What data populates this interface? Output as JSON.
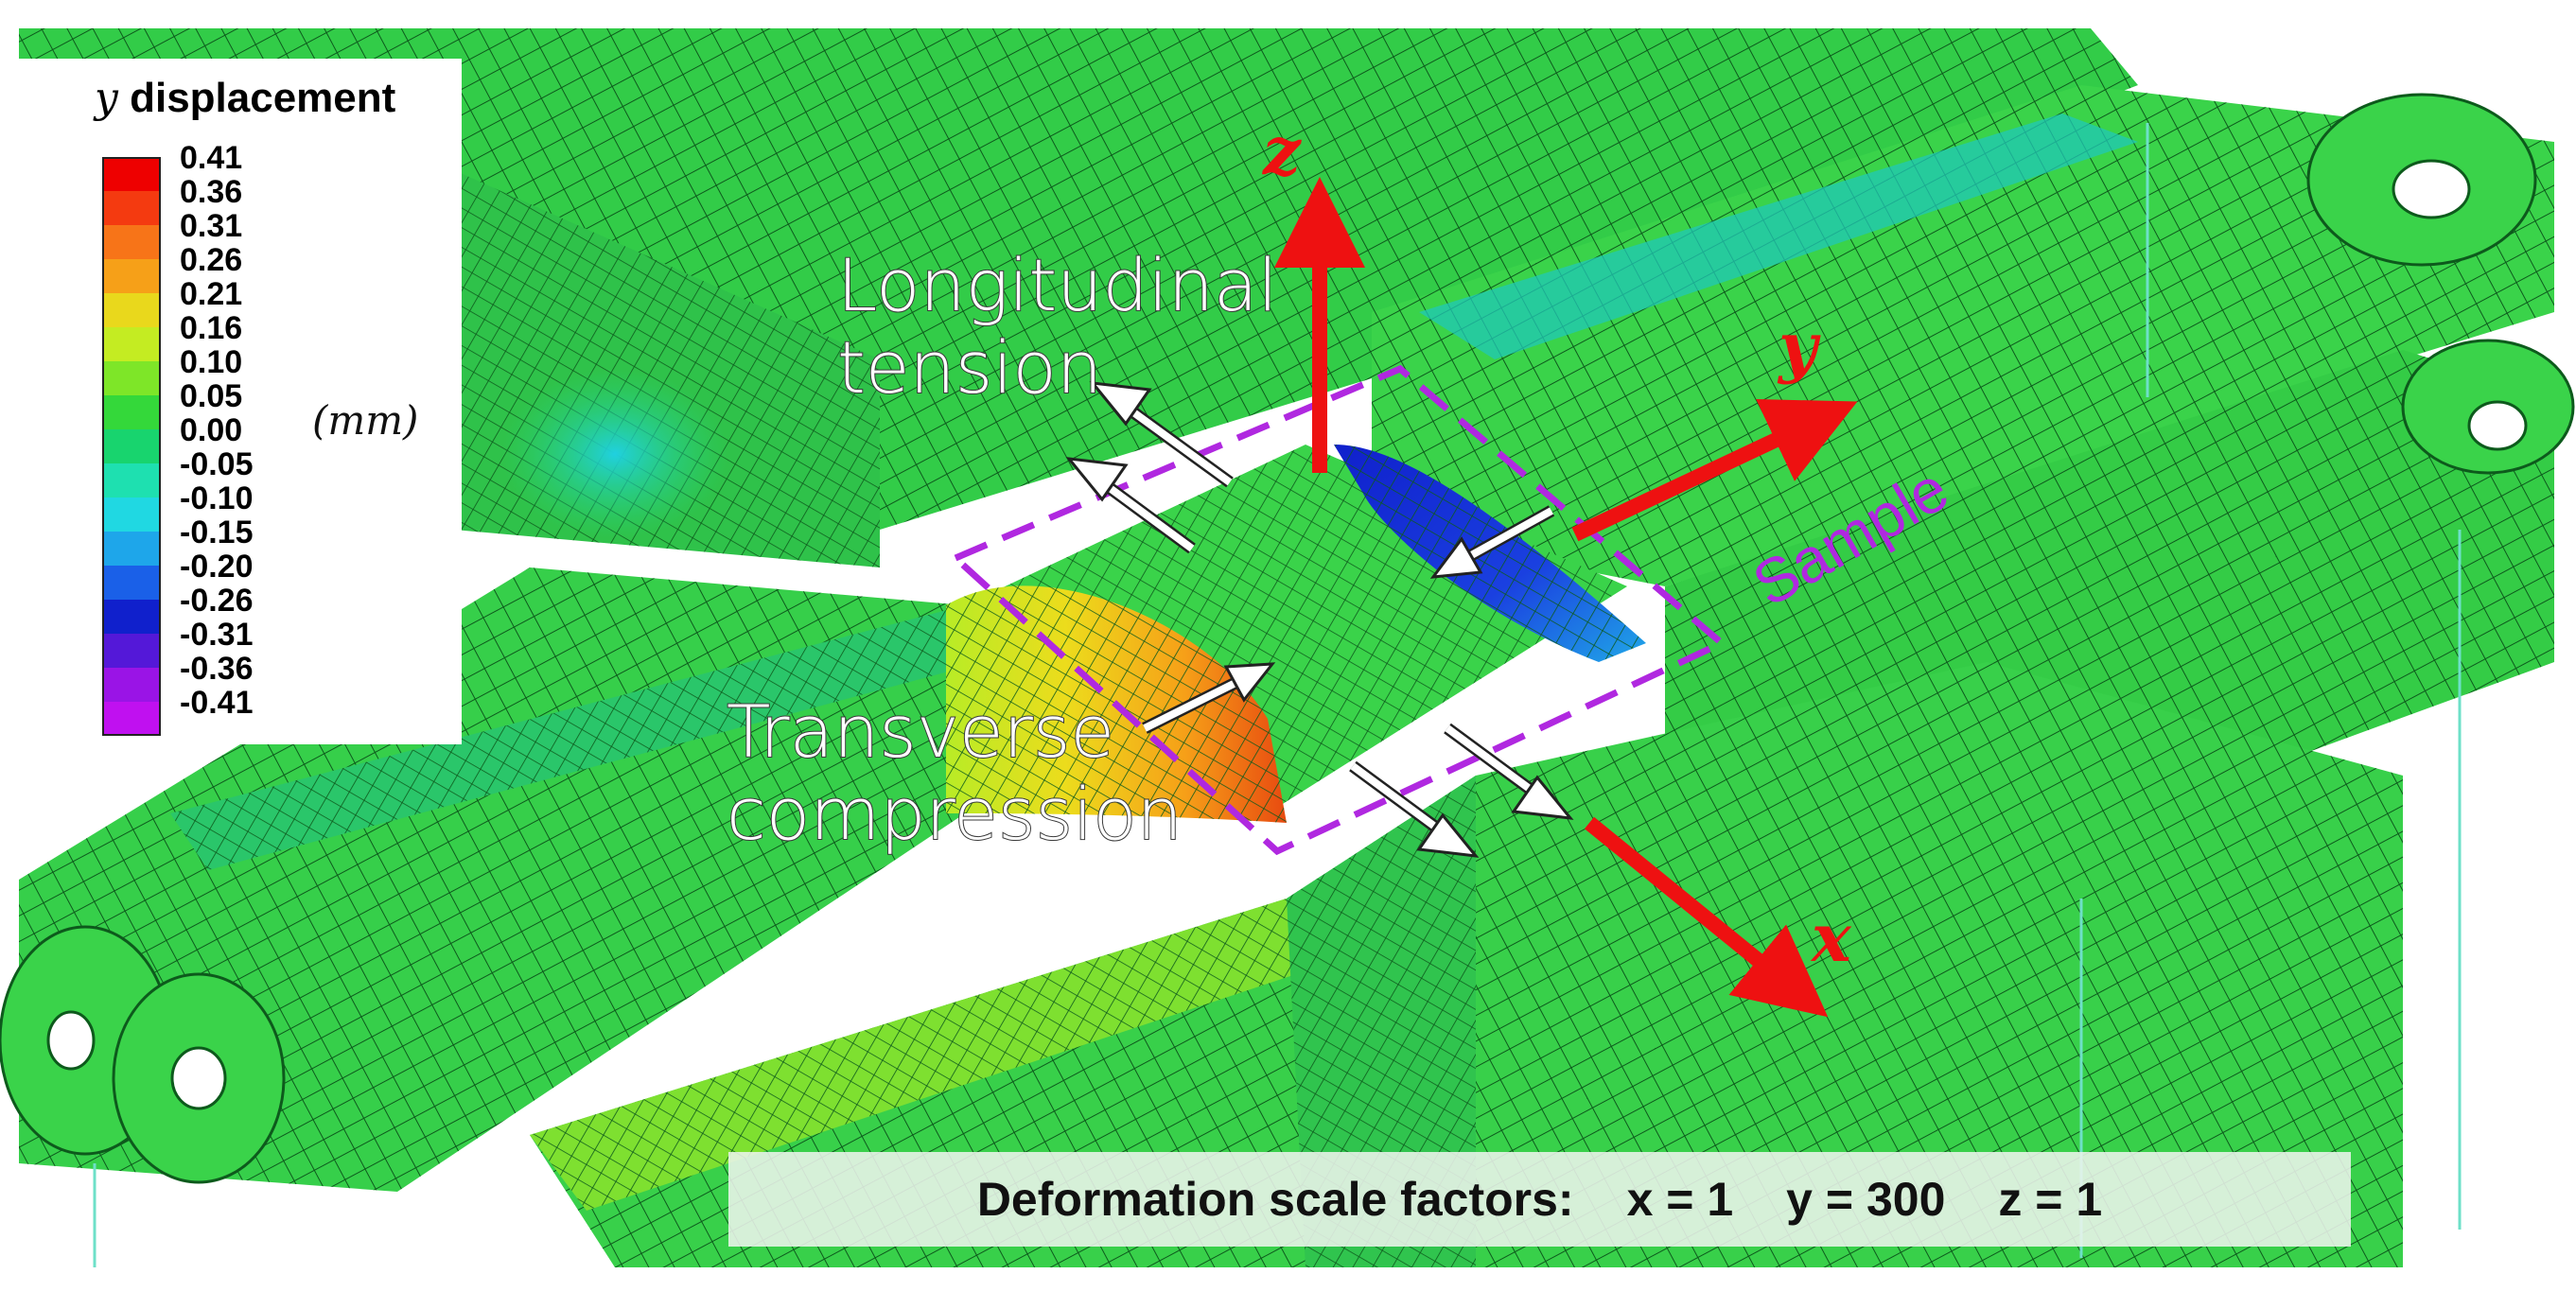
{
  "legend": {
    "title_var": "y",
    "title_text": "displacement",
    "unit": "(mm)",
    "levels": [
      {
        "value": "0.41",
        "color": "#ee0000"
      },
      {
        "value": "0.36",
        "color": "#f43a10"
      },
      {
        "value": "0.31",
        "color": "#f77418"
      },
      {
        "value": "0.26",
        "color": "#f6a018"
      },
      {
        "value": "0.21",
        "color": "#e9d81c"
      },
      {
        "value": "0.16",
        "color": "#c4ec22"
      },
      {
        "value": "0.10",
        "color": "#7ee628"
      },
      {
        "value": "0.05",
        "color": "#34d83a"
      },
      {
        "value": "0.00",
        "color": "#18d46e"
      },
      {
        "value": "-0.05",
        "color": "#1ee0b0"
      },
      {
        "value": "-0.10",
        "color": "#20d8e2"
      },
      {
        "value": "-0.15",
        "color": "#1ea6ea"
      },
      {
        "value": "-0.20",
        "color": "#1a60e8"
      },
      {
        "value": "-0.26",
        "color": "#1020cc"
      },
      {
        "value": "-0.31",
        "color": "#5418d8"
      },
      {
        "value": "-0.36",
        "color": "#9a14e6"
      },
      {
        "value": "-0.41",
        "color": "#c010f0"
      }
    ]
  },
  "annotations": {
    "longitudinal_line1": "Longitudinal",
    "longitudinal_line2": "tension",
    "transverse_line1": "Transverse",
    "transverse_line2": "compression",
    "sample": "Sample"
  },
  "axes": {
    "x": "x",
    "y": "y",
    "z": "z"
  },
  "scale_factors": {
    "label": "Deformation scale factors:",
    "x": "x = 1",
    "y": "y = 300",
    "z": "z = 1"
  },
  "colors": {
    "mesh_green": "#3fd24a",
    "mesh_dark": "#1c9a2e",
    "arrow_red": "#ee1111",
    "sample_outline": "#b028e0"
  }
}
